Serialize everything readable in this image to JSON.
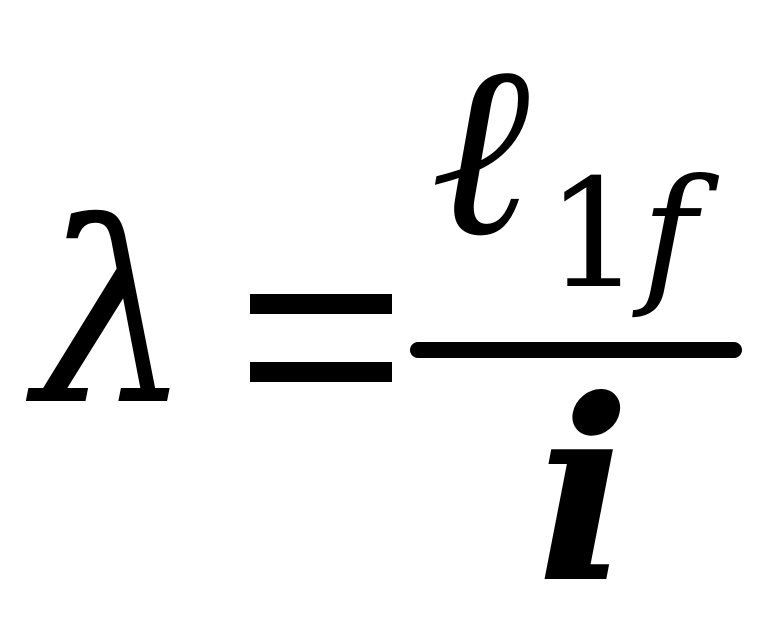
{
  "formula": {
    "lhs": "λ",
    "equals": "=",
    "numerator": {
      "symbol": "ℓ",
      "subscript_digit": "1",
      "subscript_var": "f"
    },
    "denominator": "i"
  },
  "colors": {
    "ink": "#000000",
    "background": "#ffffff"
  }
}
